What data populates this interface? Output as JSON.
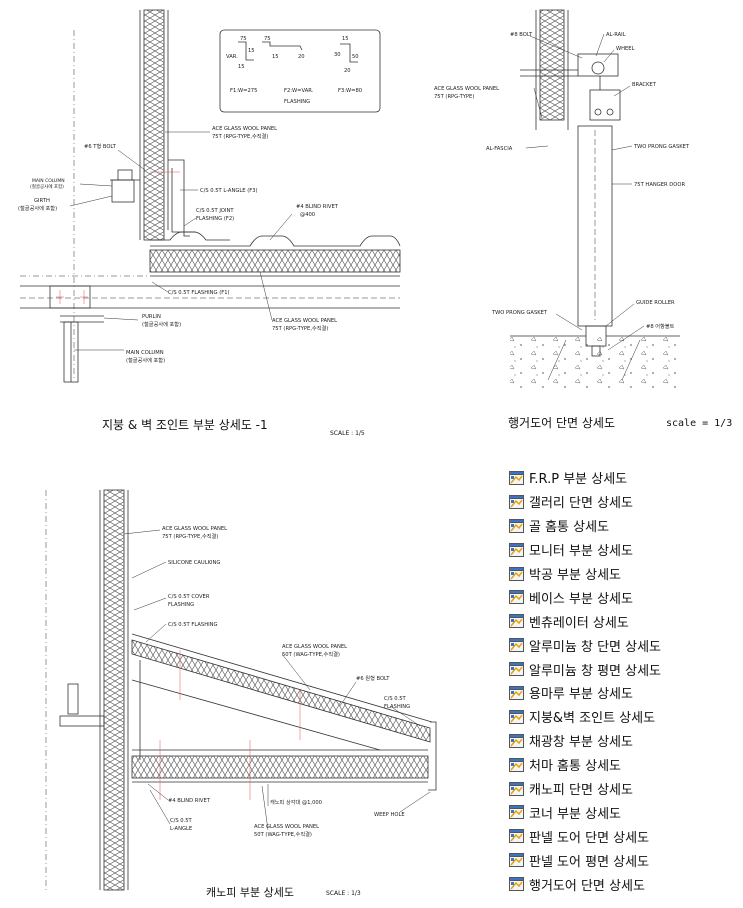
{
  "drawing1": {
    "caption": "지붕 & 벽 조인트 부분 상세도 -1",
    "scale": "SCALE : 1/5",
    "flashing_box": {
      "title": "FLASHING",
      "f1": "F1:W=275",
      "f2": "F2:W=VAR.",
      "f3": "F3:W=80",
      "dims": [
        "75",
        "15",
        "VAR.",
        "15",
        "75",
        "20",
        "15",
        "15",
        "30",
        "50",
        "20"
      ]
    },
    "labels": {
      "bolt": "#6 T형 BOLT",
      "main_column_1": "MAIN COLUMN",
      "main_column_1_note": "(철골공사에 포함)",
      "girth": "GIRTH",
      "girth_note": "(철골공사에 포함)",
      "wall_panel_1": "ACE GLASS WOOL PANEL",
      "wall_panel_2": "75T (RPG-TYPE,수직결)",
      "angle": "C/S 0.5T L-ANGLE (F3)",
      "joint_1": "C/S 0.5T JOINT",
      "joint_2": "FLASHING (F2)",
      "rivet_1": "#4 BLIND RIVET",
      "rivet_2": "@400",
      "flashing_f1": "C/S 0.5T FLASHING (F1)",
      "purlin": "PURLIN",
      "purlin_note": "(철골공사에 포함)",
      "roof_panel_1": "ACE GLASS WOOL PANEL",
      "roof_panel_2": "75T (RPG-TYPE,수직결)",
      "main_column_2": "MAIN COLUMN",
      "main_column_2_note": "(철골공사에 포함)"
    }
  },
  "drawing2": {
    "caption": "행거도어 단면  상세도",
    "scale": "scale = 1/3",
    "labels": {
      "bolt": "#8 BOLT",
      "al_rail": "AL-RAIL",
      "wheel": "WHEEL",
      "panel_1": "ACE GLASS WOOL PANEL",
      "panel_2": "75T (RPG-TYPE)",
      "bracket": "BRACKET",
      "al_fascia": "AL-FASCIA",
      "gasket_top": "TWO PRONG GASKET",
      "hanger_door": "75T HANGER DOOR",
      "gasket_bottom": "TWO PRONG GASKET",
      "guide_roller": "GUIDE ROLLER",
      "anchor": "#8 어항볼트"
    }
  },
  "drawing3": {
    "caption": "캐노피 부분  상세도",
    "scale": "SCALE : 1/3",
    "labels": {
      "wall_panel_1": "ACE GLASS WOOL PANEL",
      "wall_panel_2": "75T (RPG-TYPE,수직결)",
      "caulking": "SILICONE CAULKING",
      "cover_1": "C/S 0.5T COVER",
      "cover_2": "FLASHING",
      "flashing": "C/S 0.5T FLASHING",
      "canopy_panel_1": "ACE GLASS WOOL PANEL",
      "canopy_panel_2": "50T (WAG-TYPE,수직결)",
      "bolt": "#6 원형 BOLT",
      "cs_flashing_1": "C/S 0.5T",
      "cs_flashing_2": "FLASHING",
      "rivet": "#4 BLIND RIVET",
      "angle_1": "C/S 0.5T",
      "angle_2": "L-ANGLE",
      "support": "캐노피 상각대 @1,000",
      "bottom_panel_1": "ACE GLASS WOOL PANEL",
      "bottom_panel_2": "50T (WAG-TYPE,수직결)",
      "weep": "WEEP HOLE"
    }
  },
  "links": [
    {
      "label": "F.R.P 부분 상세도",
      "icon": "drawing-file-icon"
    },
    {
      "label": "갤러리 단면 상세도",
      "icon": "drawing-file-icon"
    },
    {
      "label": "골 홈통 상세도",
      "icon": "drawing-file-icon"
    },
    {
      "label": "모니터 부분 상세도",
      "icon": "drawing-file-icon"
    },
    {
      "label": "박공 부분 상세도",
      "icon": "drawing-file-icon"
    },
    {
      "label": "베이스 부분 상세도",
      "icon": "drawing-file-icon"
    },
    {
      "label": "벤츄레이터 상세도",
      "icon": "drawing-file-icon"
    },
    {
      "label": "알루미늄 창 단면 상세도",
      "icon": "drawing-file-icon"
    },
    {
      "label": "알루미늄 창 평면 상세도",
      "icon": "drawing-file-icon"
    },
    {
      "label": "용마루 부분 상세도",
      "icon": "drawing-file-icon"
    },
    {
      "label": "지붕&벽 조인트 상세도",
      "icon": "drawing-file-icon"
    },
    {
      "label": "채광창 부분 상세도",
      "icon": "drawing-file-icon"
    },
    {
      "label": "처마 홈통 상세도",
      "icon": "drawing-file-icon"
    },
    {
      "label": "캐노피 단면 상세도",
      "icon": "drawing-file-icon"
    },
    {
      "label": "코너 부분 상세도",
      "icon": "drawing-file-icon"
    },
    {
      "label": "판넬 도어 단면 상세도",
      "icon": "drawing-file-icon"
    },
    {
      "label": "판넬 도어 평면 상세도",
      "icon": "drawing-file-icon"
    },
    {
      "label": "행거도어 단면 상세도",
      "icon": "drawing-file-icon"
    }
  ]
}
